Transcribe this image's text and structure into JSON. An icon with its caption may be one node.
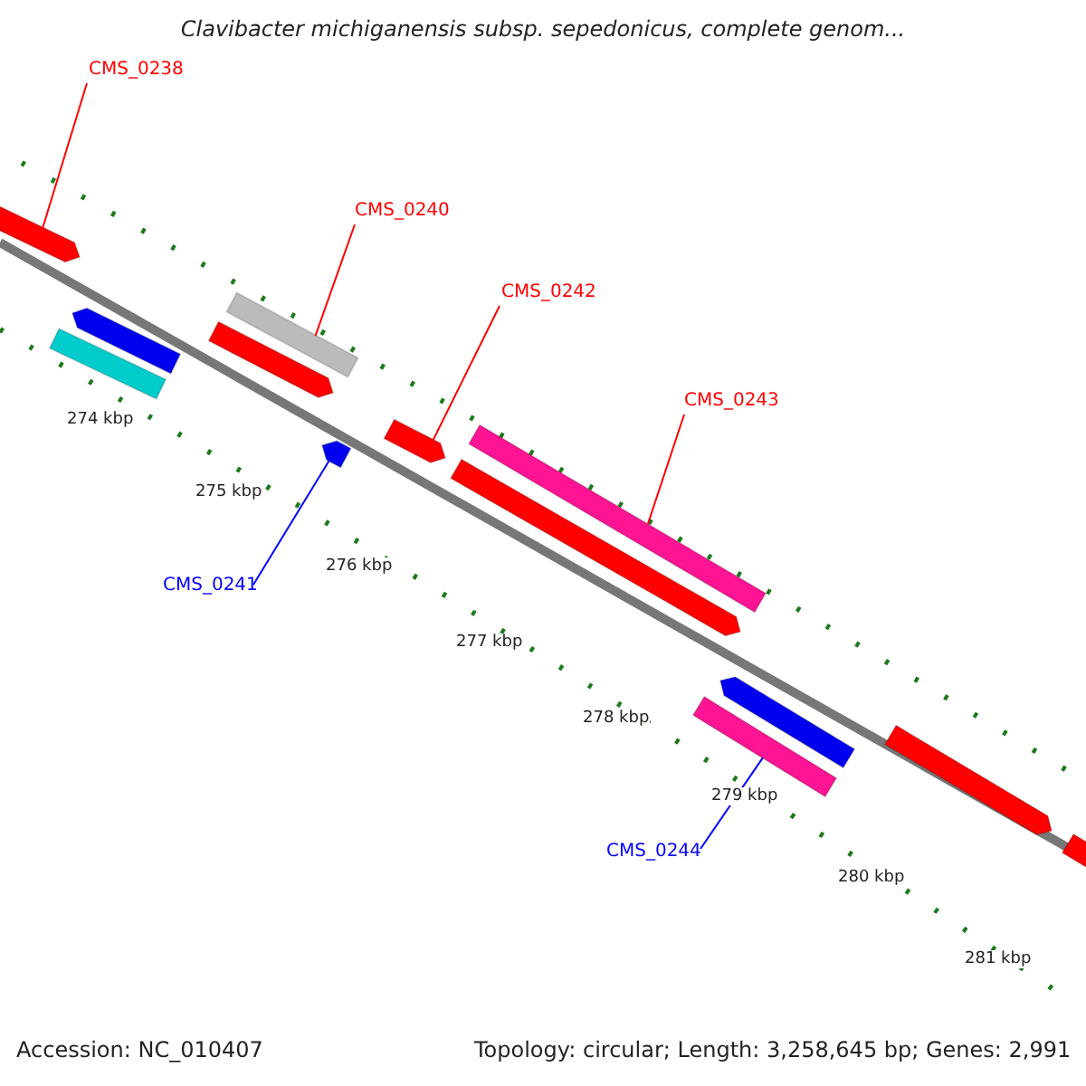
{
  "diagram": {
    "title": "Clavibacter michiganensis subsp. sepedonicus, complete genom...",
    "nodes": [
      {
        "text": [
          "CMS_0238"
        ]
      },
      {
        "text": [],
        "shape": "bar"
      },
      {
        "text": [
          "CMS_0240"
        ]
      },
      {
        "text": [],
        "shape": "bar"
      },
      {
        "text": [
          "CMS_0242"
        ]
      },
      {
        "text": [],
        "shape": "bar"
      },
      {
        "text": [
          "CMS_0243"
        ]
      },
      {
        "text": [],
        "shape": "bar"
      },
      {
        "text": [
          "CMS_0241"
        ]
      },
      {
        "text": [],
        "shape": "bar"
      },
      {
        "text": [
          "CMS_0244"
        ]
      },
      {
        "text": [],
        "shape": "bar"
      },
      {
        "text": [],
        "shape": "bar"
      },
      {
        "text": [],
        "shape": "bar"
      },
      {
        "text": [],
        "shape": "bar"
      },
      {
        "text": [],
        "shape": "bar"
      },
      {
        "text": [],
        "shape": "bar"
      },
      {
        "text": [],
        "shape": "bar"
      },
      {
        "text": [],
        "shape": "bar"
      }
    ],
    "edges": [
      {
        "from": 0,
        "to": 1,
        "arrow": "none"
      },
      {
        "from": 2,
        "to": 3,
        "arrow": "none"
      },
      {
        "from": 4,
        "to": 5,
        "arrow": "none"
      },
      {
        "from": 6,
        "to": 7,
        "arrow": "none"
      },
      {
        "from": 8,
        "to": 9,
        "arrow": "none",
        "color": "#0000ff"
      },
      {
        "from": 10,
        "to": 11,
        "arrow": "none",
        "color": "#0000ff"
      }
    ],
    "labels": [
      "274 kbp",
      "275 kbp",
      "276 kbp",
      "277 kbp",
      "278 kbp",
      "279 kbp",
      "280 kbp",
      "281 kbp",
      "Accession: NC_010407",
      "Topology: circular; Length: 3,258,645 bp; Genes: 2,991"
    ]
  }
}
